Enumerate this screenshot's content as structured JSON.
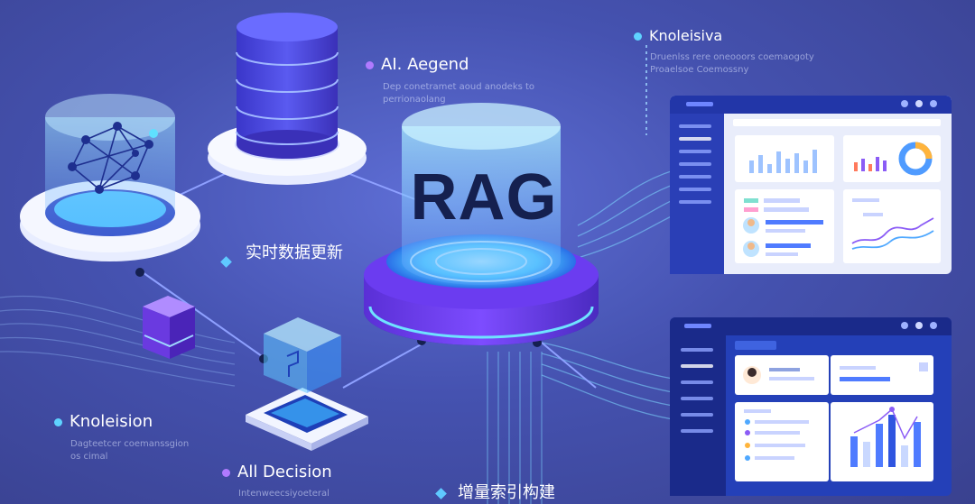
{
  "center": {
    "title": "RAG"
  },
  "labels": {
    "ai_agent": {
      "title": "AI. Aegend",
      "sub": [
        "Dep conetramet aoud anodeks to",
        "perrionaolang"
      ]
    },
    "top_right": {
      "title": "Knoleisiva",
      "sub": [
        "Druenlss rere oneooors coemaogoty",
        "Proaelsoe Coemossny"
      ]
    },
    "realtime": {
      "title": "实时数据更新"
    },
    "bottom_left": {
      "title": "Knoleision",
      "sub": [
        "Dagteetcer coemanssgion",
        "os cimal"
      ]
    },
    "decision": {
      "title": "All Decision",
      "sub": [
        "Intenweecsiyoeteral"
      ]
    },
    "incremental": {
      "title": "增量索引构建"
    }
  },
  "colors": {
    "background": "#4552b0",
    "accent_cyan": "#5fd3ff",
    "accent_purple": "#8b5cf6",
    "text": "#ffffff",
    "rag_text": "#15204f"
  },
  "icons": [
    "network-graph-icon",
    "database-icon",
    "cube-icon",
    "glass-cube-icon",
    "dashboard-window-icon",
    "avatar-icon",
    "donut-chart-icon",
    "bar-chart-icon",
    "line-chart-icon"
  ]
}
